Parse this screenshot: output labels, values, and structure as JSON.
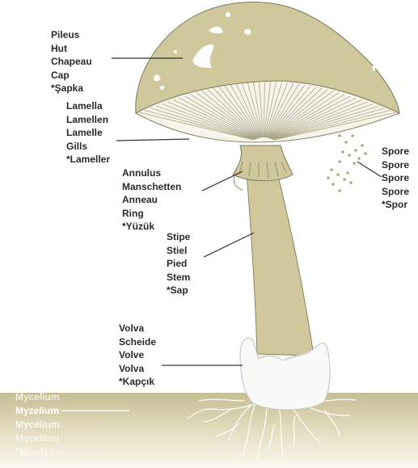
{
  "colors": {
    "fungus": "#cfc89c",
    "fungus_edge": "#7d7858",
    "spot": "#ffffff",
    "soil_top": "#c7bd93",
    "soil_bottom": "#faf8f0",
    "label_text": "#2a2a2a",
    "leader_line": "#333333",
    "spore": "#b4a878"
  },
  "icons": [
    "mushroom-illustration",
    "spore-dots",
    "mycelium-threads"
  ],
  "labels": {
    "pileus": [
      "Pileus",
      "Hut",
      "Chapeau",
      "Cap",
      "*Şapka"
    ],
    "lamella": [
      "Lamella",
      "Lamellen",
      "Lamelle",
      "Gills",
      "*Lameller"
    ],
    "annulus": [
      "Annulus",
      "Manschetten",
      "Anneau",
      "Ring",
      "*Yüzük"
    ],
    "stipe": [
      "Stipe",
      "Stiel",
      "Pied",
      "Stem",
      "*Sap"
    ],
    "volva": [
      "Volva",
      "Scheide",
      "Volve",
      "Volva",
      "*Kapçık"
    ],
    "spore": [
      "Spore",
      "Spore",
      "Spore",
      "Spore",
      "*Spor"
    ],
    "mycelium": [
      "Mycelium",
      "Myzelium",
      "Mycélium",
      "Mycelium",
      "*Miselyum"
    ]
  }
}
